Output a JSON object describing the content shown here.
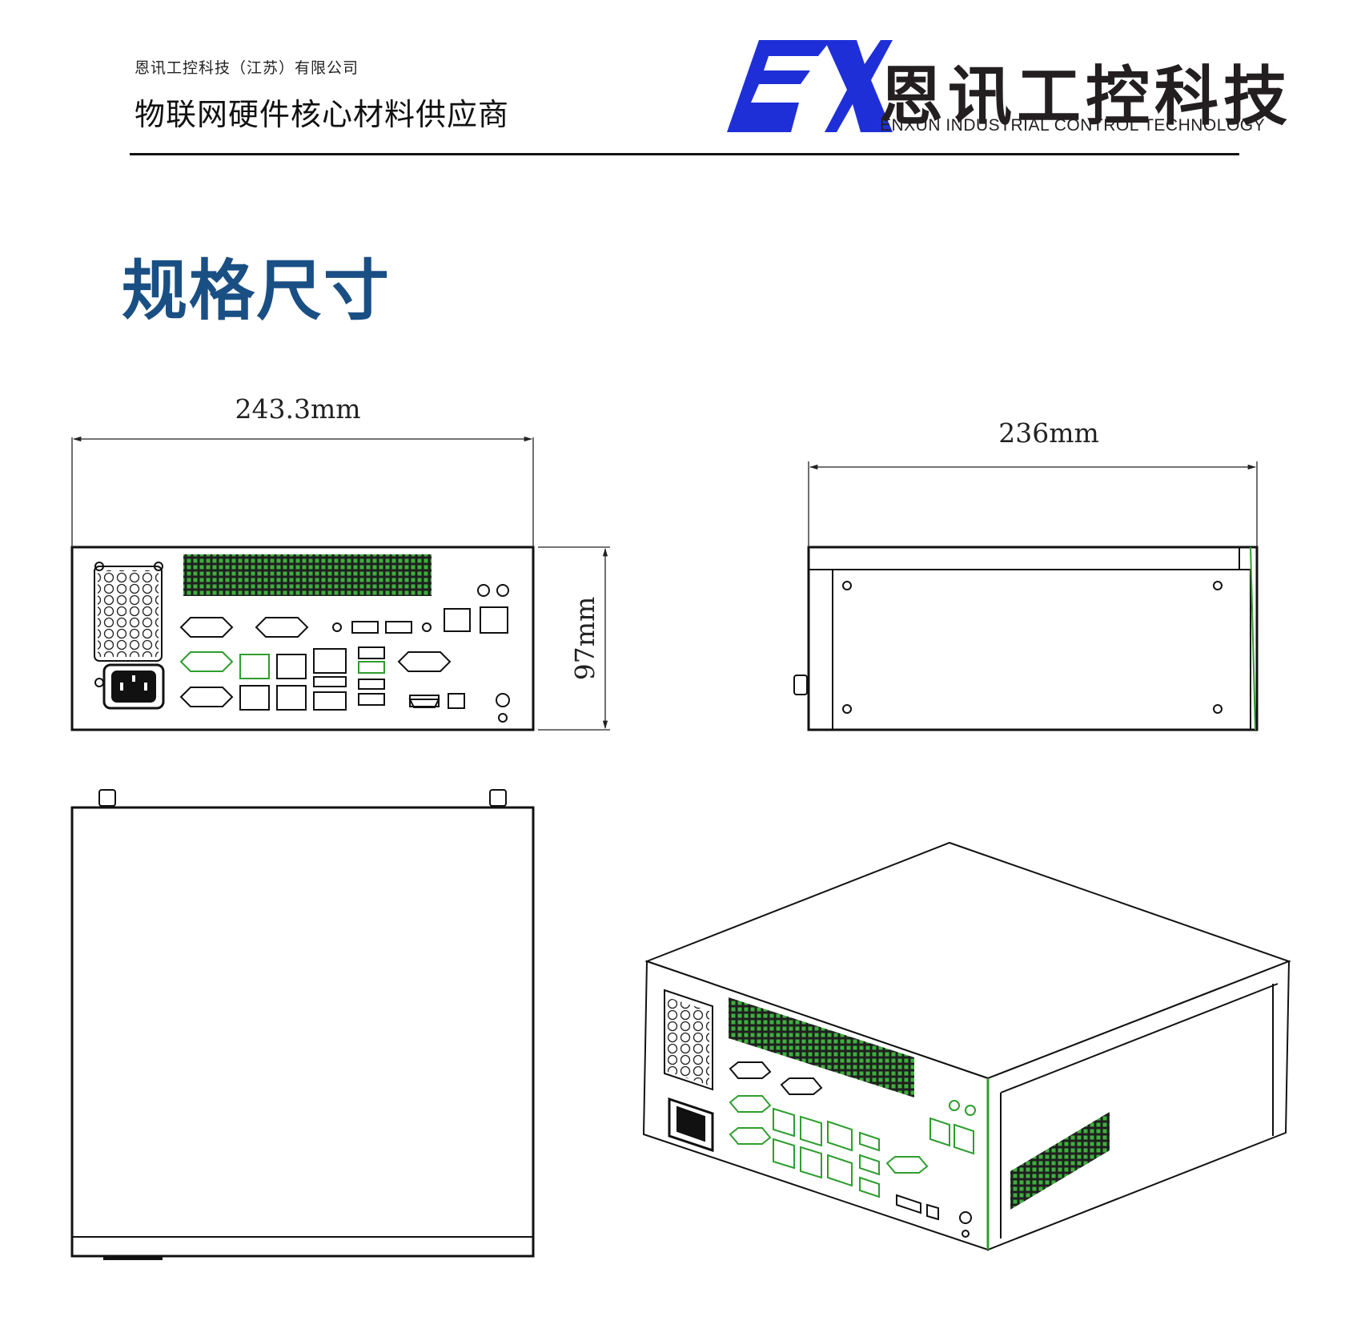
{
  "header": {
    "company_name": "恩讯工控科技（江苏）有限公司",
    "slogan": "物联网硬件核心材料供应商",
    "brand_logo_letters": "EX",
    "brand_name_cn": "恩讯工控科技",
    "brand_name_en": "ENXUN INDUSTRIAL CONTROL TECHNOLOGY",
    "brand_color": "#1f2fd8"
  },
  "section": {
    "title": "规格尺寸",
    "title_color": "#1a4f84"
  },
  "dimensions": {
    "front_width": "243.3mm",
    "front_height": "97mm",
    "side_depth": "236mm"
  },
  "views": [
    "front-view",
    "side-view",
    "top-view",
    "isometric-view"
  ],
  "accent_color": "#2e9e2e"
}
